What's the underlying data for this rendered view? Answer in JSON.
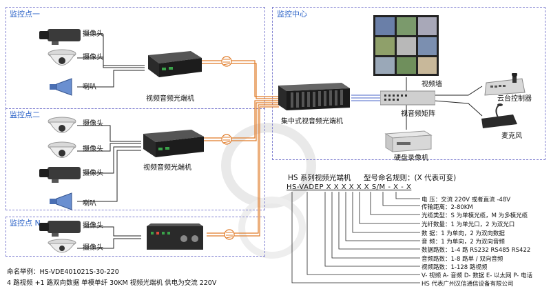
{
  "zones": {
    "site1": "监控点一",
    "site2": "监控点二",
    "siteN": "监控点 N",
    "center": "监控中心"
  },
  "devices": {
    "camera": "摄像头",
    "speaker": "喇叭",
    "transceiver": "视频音频光端机",
    "central_transceiver": "集中式视音频光端机",
    "video_wall": "视频墙",
    "matrix": "视音频矩阵",
    "ptz_controller": "云台控制器",
    "microphone": "麦克风",
    "dvr": "硬盘录像机"
  },
  "naming": {
    "title": "HS 系列视频光端机",
    "rule": "型号命名规则：(X 代表可变)",
    "code": "HS-VADEP X X X X X X S/M - X - X",
    "specs": [
      "电    压：交流 220V 或者直流 -48V",
      "传输距离：2-80KM",
      "光缆类型：S 为单模光缆，M 为多模光缆",
      "光纤数量：1 为单光口，2 为双光口",
      "数    据：1 为单向，2 为双向数据",
      "音    频：1 为单向，2 为双向音频",
      "数据路数：1-4 路 RS232 RS485 RS422",
      "音频路数：1-8 路单 / 双向音频",
      "视频路数：1-128 路视频",
      "V- 视频  A- 音频  D- 数据  E- 以太网  P- 电话",
      "HS 代表广州汉信通信设备有限公司"
    ]
  },
  "example": {
    "line1": "命名举例：HS-VDE401021S-30-220",
    "line2": "4 路视频 +1 路双向数据  单模单纤 30KM  视频光端机  供电为交流 220V"
  },
  "colors": {
    "zone_border": "#7f7fd0",
    "zone_label": "#2d64c8",
    "fiber": "#e07b28",
    "signal": "#222222"
  }
}
